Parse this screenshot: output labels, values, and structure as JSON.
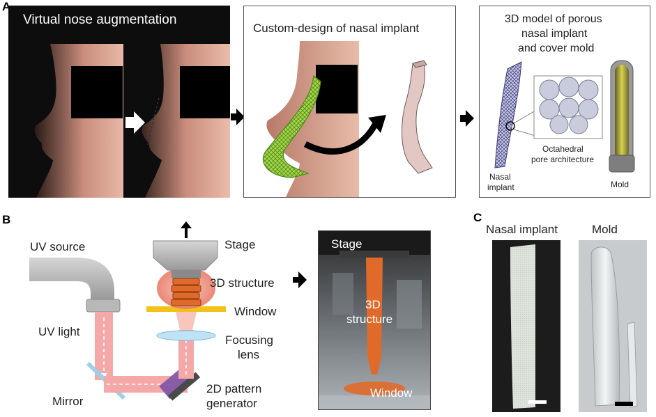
{
  "panels": {
    "a": {
      "letter": "A",
      "step1_title": "Virtual nose augmentation",
      "step2_title": "Custom-design of nasal implant",
      "step3_title_lines": [
        "3D model of porous",
        "nasal implant",
        "and cover mold"
      ],
      "labels": {
        "octahedral": [
          "Octahedral",
          "pore architecture"
        ],
        "nasal_implant": [
          "Nasal",
          "implant"
        ],
        "mold": "Mold"
      }
    },
    "b": {
      "letter": "B",
      "labels": {
        "uv_source": "UV source",
        "uv_light": "UV light",
        "mirror": "Mirror",
        "stage": "Stage",
        "structure": "3D structure",
        "window": "Window",
        "focusing_lens": [
          "Focusing",
          "lens"
        ],
        "pattern_generator": [
          "2D pattern",
          "generator"
        ],
        "photo_stage": "Stage",
        "photo_structure": [
          "3D",
          "structure"
        ],
        "photo_window": "Window"
      }
    },
    "c": {
      "letter": "C",
      "labels": {
        "nasal_implant": "Nasal implant",
        "mold": "Mold"
      }
    }
  },
  "colors": {
    "uv_beam": "#f4a8a8",
    "structure_orange": "#e06a2a",
    "window_yellow": "#f2c21a",
    "lens_blue": "#bfe3f5",
    "implant_green": "#8dc63f",
    "skin": "#d9a48f",
    "dark_bg": "#111111"
  }
}
